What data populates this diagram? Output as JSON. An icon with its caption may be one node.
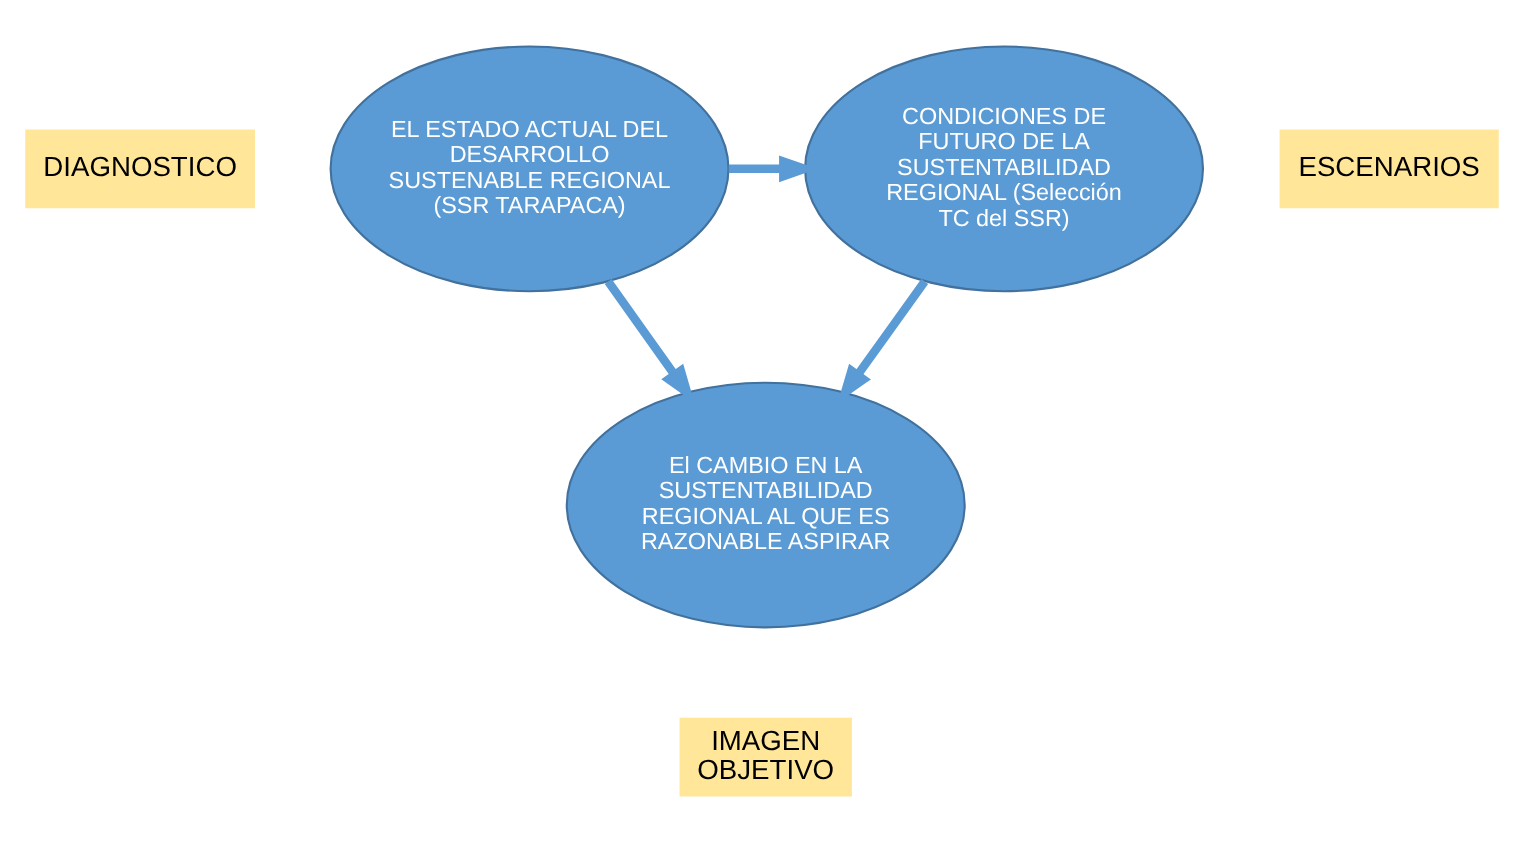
{
  "diagram": {
    "nodes": [
      {
        "text": [
          "DIAGNOSTICO"
        ]
      },
      {
        "text": [
          "EL ESTADO ACTUAL DEL DESARROLLO SUSTENABLE REGIONAL (SSR TARAPACA)"
        ]
      },
      {
        "text": [
          "CONDICIONES DE FUTURO DE LA SUSTENTABILIDAD REGIONAL (Selección TC del SSR)"
        ]
      },
      {
        "text": [
          "ESCENARIOS"
        ]
      },
      {
        "text": [
          "El CAMBIO EN LA SUSTENTABILIDAD REGIONAL AL QUE ES RAZONABLE ASPIRAR"
        ]
      },
      {
        "text": [
          "IMAGEN OBJETIVO"
        ]
      }
    ],
    "edges": [
      {
        "from": 1,
        "to": 2,
        "arrow": "to"
      },
      {
        "from": 1,
        "to": 4,
        "arrow": "to"
      },
      {
        "from": 2,
        "to": 4,
        "arrow": "to"
      }
    ]
  }
}
